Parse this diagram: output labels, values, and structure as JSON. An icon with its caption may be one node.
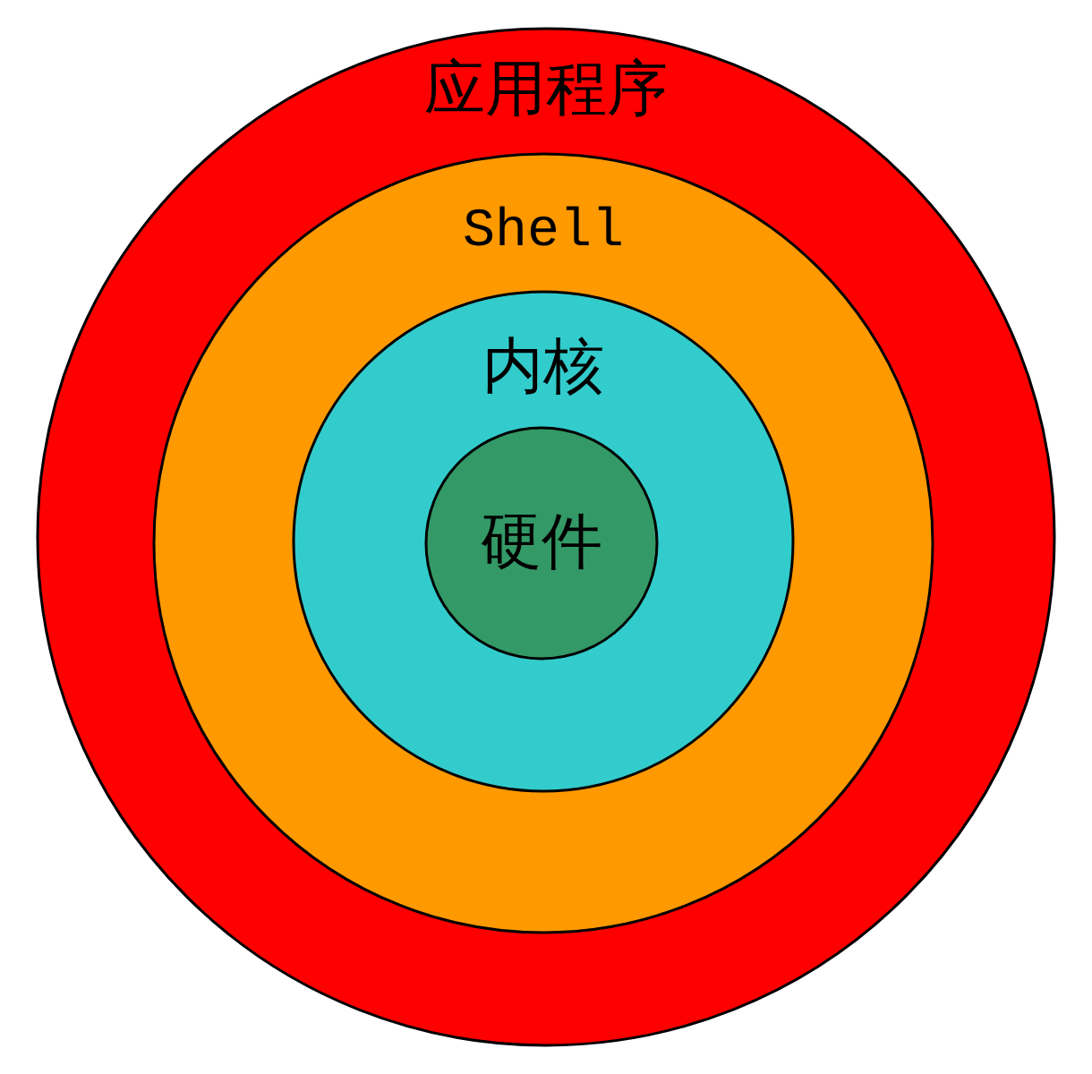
{
  "diagram": {
    "nodes": [
      {
        "text": [
          "应用程序"
        ]
      },
      {
        "text": [
          "Shell"
        ],
        "in": 0
      },
      {
        "text": [
          "内核"
        ],
        "in": 1
      },
      {
        "text": [
          "硬件"
        ],
        "in": 2
      }
    ]
  }
}
